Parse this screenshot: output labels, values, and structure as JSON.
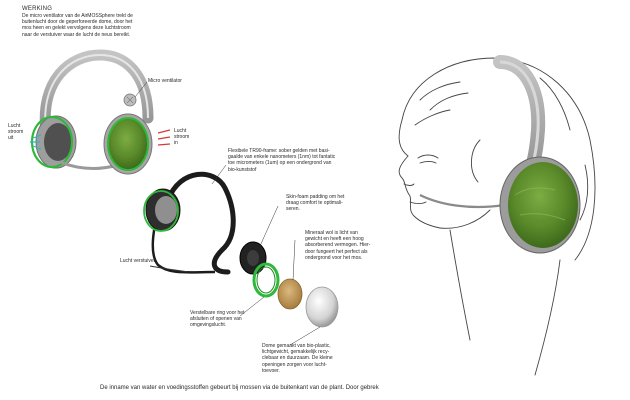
{
  "title": "WERKING",
  "intro": "De micro ventilator van de AirMOSSphere trekt de\nbuitenlucht door de geperforeerde dome, door het\nmos heen en gelekt vervolgens deze luchtstroom\nnaar de verstuiver waar de lucht de neus bereikt.",
  "labels": {
    "micro_ventilator": "Micro ventilator",
    "air_out": "Lucht\nstroom\nuit",
    "air_in": "Lucht\nstroom\nin",
    "nozzle": "Lucht verstuiver",
    "frame": "Flexibele TR90-frame: sober gelden met basi-\ngaalde van enkele nanometers (1nm) tot fantatic\ntoe micrometers (1um) op een ondergrond van\nbio-kunststof",
    "skin_foam": "Skin-foam padding om het\ndraag comfort te optimali-\nseren.",
    "mineral_wool": "Mineraal wol is licht van\ngewicht en heeft een hoog\nabsorberend vermogen. Hier-\ndoor fungeert het perfect als\nondergrond voor het mos.",
    "ring": "Verstelbare ring voor het\nafsluiten of openen van\nomgevingslucht.",
    "dome": "Dome gemaakt van bio-plastic,\nlichtgewicht, gemakkelijk recy-\nclebaar en duurzaam. De kleine\nopeningen zorgen voor lucht-\ntoevoer."
  },
  "caption": "De inname van water en voedingsstoffen gebeurt bij mossen via de buitenkant van de plant. Door gebrek",
  "colors": {
    "frame_gray": "#a9a9a9",
    "moss_green": "#5a8a2a",
    "ring_green": "#2fb83a",
    "dark": "#1c1c1c",
    "wool": "#c9a46a",
    "dome": "#d9d9d9"
  }
}
